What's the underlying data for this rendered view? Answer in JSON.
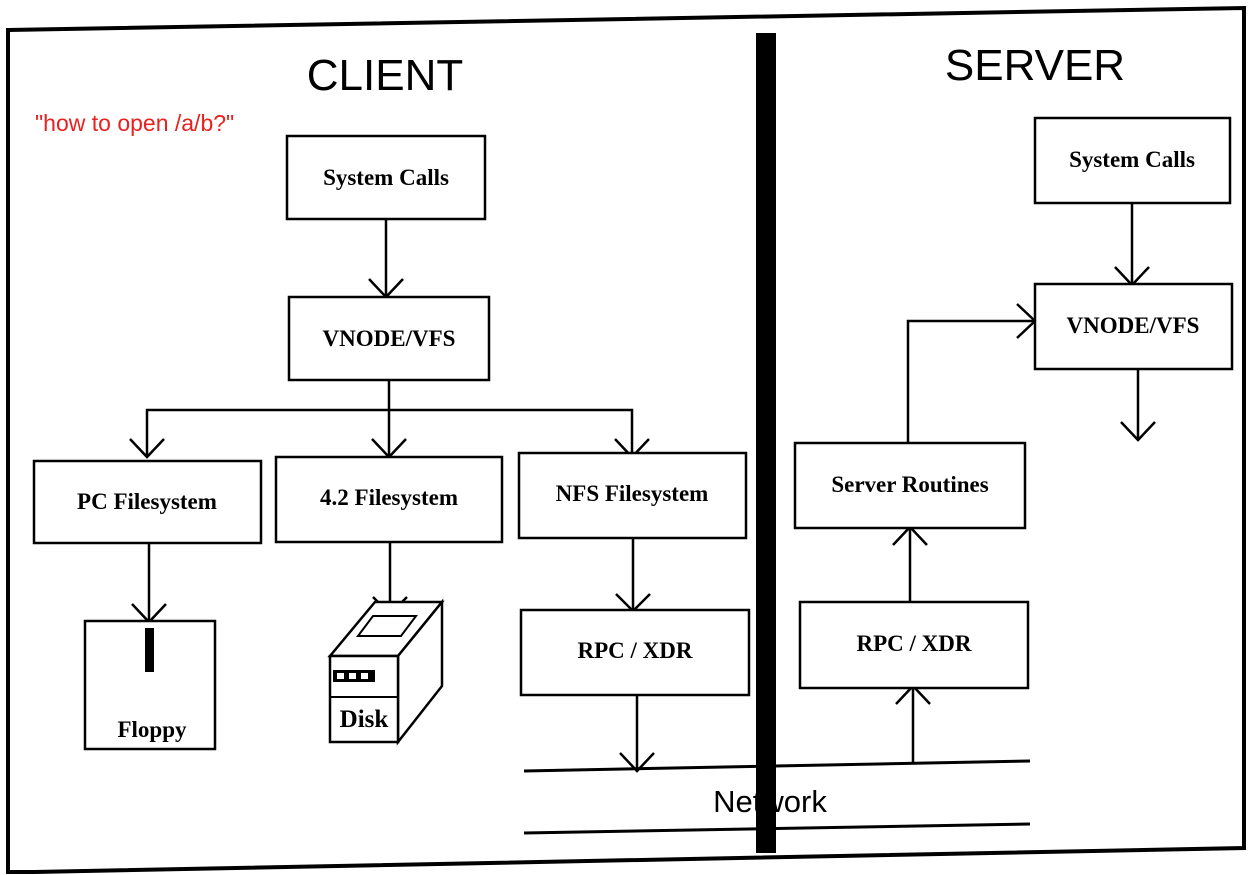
{
  "client": {
    "heading": "CLIENT",
    "note": "\"how to open /a/b?\"",
    "system_calls": "System Calls",
    "vnode_vfs": "VNODE/VFS",
    "pc_filesystem": "PC Filesystem",
    "fs42": "4.2 Filesystem",
    "nfs_filesystem": "NFS Filesystem",
    "rpc_xdr": "RPC / XDR",
    "floppy": "Floppy",
    "disk": "Disk"
  },
  "server": {
    "heading": "SERVER",
    "system_calls": "System Calls",
    "vnode_vfs": "VNODE/VFS",
    "server_routines": "Server Routines",
    "rpc_xdr": "RPC / XDR"
  },
  "network": {
    "label": "Network"
  },
  "colors": {
    "annotation": "#e8221f",
    "ink": "#000000"
  }
}
